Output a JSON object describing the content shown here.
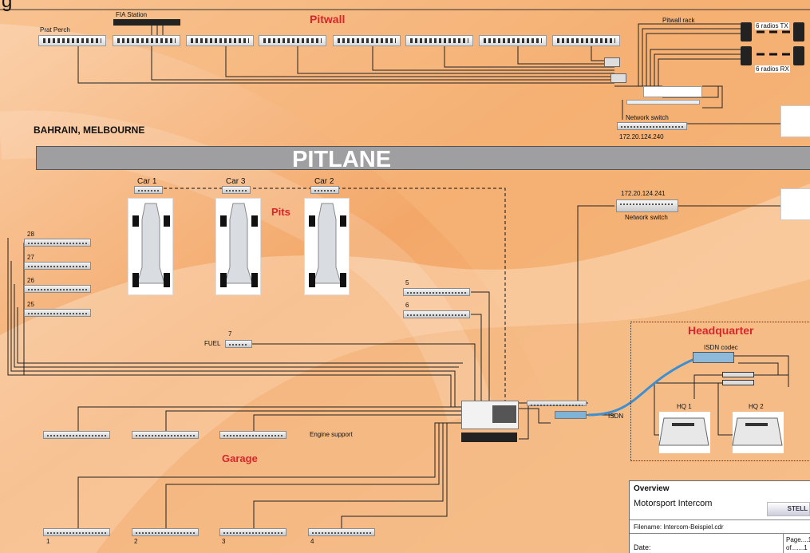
{
  "header": {
    "title_fragment": "g"
  },
  "labels": {
    "pitwall": "Pitwall",
    "pits": "Pits",
    "garage": "Garage",
    "headquarter": "Headquarter",
    "pitlane": "PITLANE",
    "bahrain": "BAHRAIN,  MELBOURNE",
    "fia": "FIA Station",
    "prat_perch": "Prat Perch",
    "pitwall_rack": "Pitwall rack",
    "radios_tx": "6 radios TX",
    "radios_rx": "6 radios RX",
    "network_switch_1": "Network switch",
    "ip_1": "172.20.124.240",
    "ip_2": "172.20.124.241",
    "network_switch_2": "Network switch",
    "car1": "Car 1",
    "car3": "Car 3",
    "car2": "Car 2",
    "n28": "28",
    "n27": "27",
    "n26": "26",
    "n25": "25",
    "n5": "5",
    "n6": "6",
    "n7": "7",
    "fuel": "FUEL",
    "engine_support": "Engine support",
    "g1": "1",
    "g2": "2",
    "g3": "3",
    "g4": "4",
    "isdn_codec": "ISDN codec",
    "isdn": "ISDN",
    "hq1": "HQ 1",
    "hq2": "HQ 2"
  },
  "title_block": {
    "heading": "Overview",
    "project": "Motorsport Intercom",
    "logo": "STELL",
    "filename": "Filename: Intercom-Beispiel.cdr",
    "date": "Date:",
    "page": "Page....1",
    "of": "of.......1"
  },
  "colors": {
    "accent_red": "#d8262a",
    "isdn_link": "#3c8fd0",
    "background_orange": "#f0a868"
  }
}
